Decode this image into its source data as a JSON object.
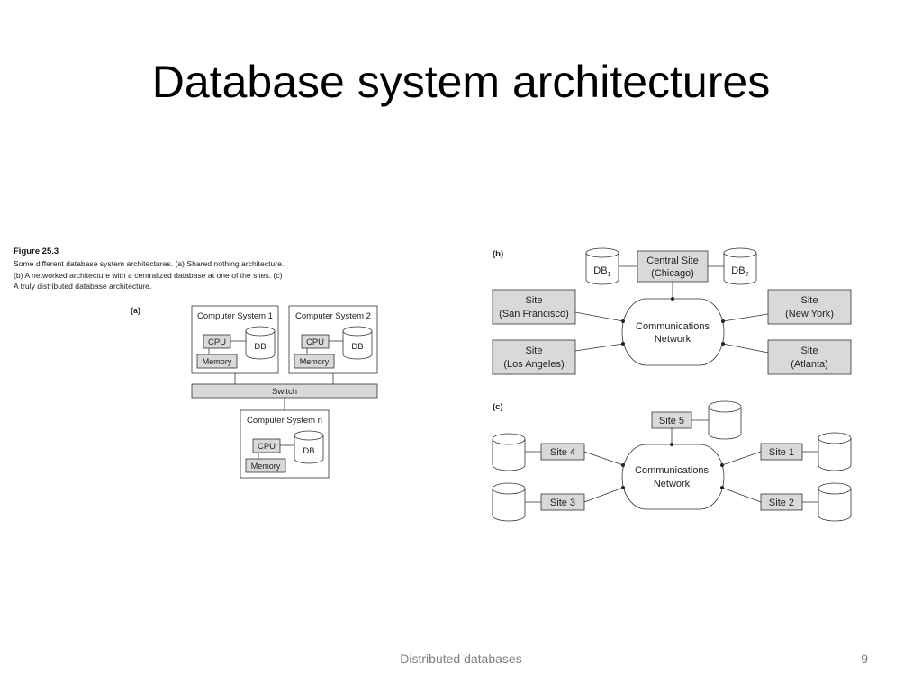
{
  "slide": {
    "title": "Database system architectures",
    "footer": "Distributed databases",
    "page_number": "9"
  },
  "figure": {
    "label": "Figure 25.3",
    "caption_lines": [
      "Some different database system architectures. (a) Shared nothing architecture.",
      "(b) A networked architecture with a centralized database at one of the sites. (c)",
      "A truly distributed database architecture."
    ]
  },
  "part_a": {
    "label": "(a)",
    "computer_systems": [
      {
        "title": "Computer System 1",
        "cpu": "CPU",
        "memory": "Memory",
        "db": "DB"
      },
      {
        "title": "Computer System 2",
        "cpu": "CPU",
        "memory": "Memory",
        "db": "DB"
      },
      {
        "title": "Computer System n",
        "cpu": "CPU",
        "memory": "Memory",
        "db": "DB"
      }
    ],
    "switch": "Switch"
  },
  "part_b": {
    "label": "(b)",
    "db1": {
      "base": "DB",
      "sub": "1"
    },
    "db2": {
      "base": "DB",
      "sub": "2"
    },
    "central_site": [
      "Central Site",
      "(Chicago)"
    ],
    "network": [
      "Communications",
      "Network"
    ],
    "sites": [
      [
        "Site",
        "(San Francisco)"
      ],
      [
        "Site",
        "(Los Angeles)"
      ],
      [
        "Site",
        "(New York)"
      ],
      [
        "Site",
        "(Atlanta)"
      ]
    ]
  },
  "part_c": {
    "label": "(c)",
    "network": [
      "Communications",
      "Network"
    ],
    "sites": [
      "Site 5",
      "Site 4",
      "Site 3",
      "Site 1",
      "Site 2"
    ]
  }
}
